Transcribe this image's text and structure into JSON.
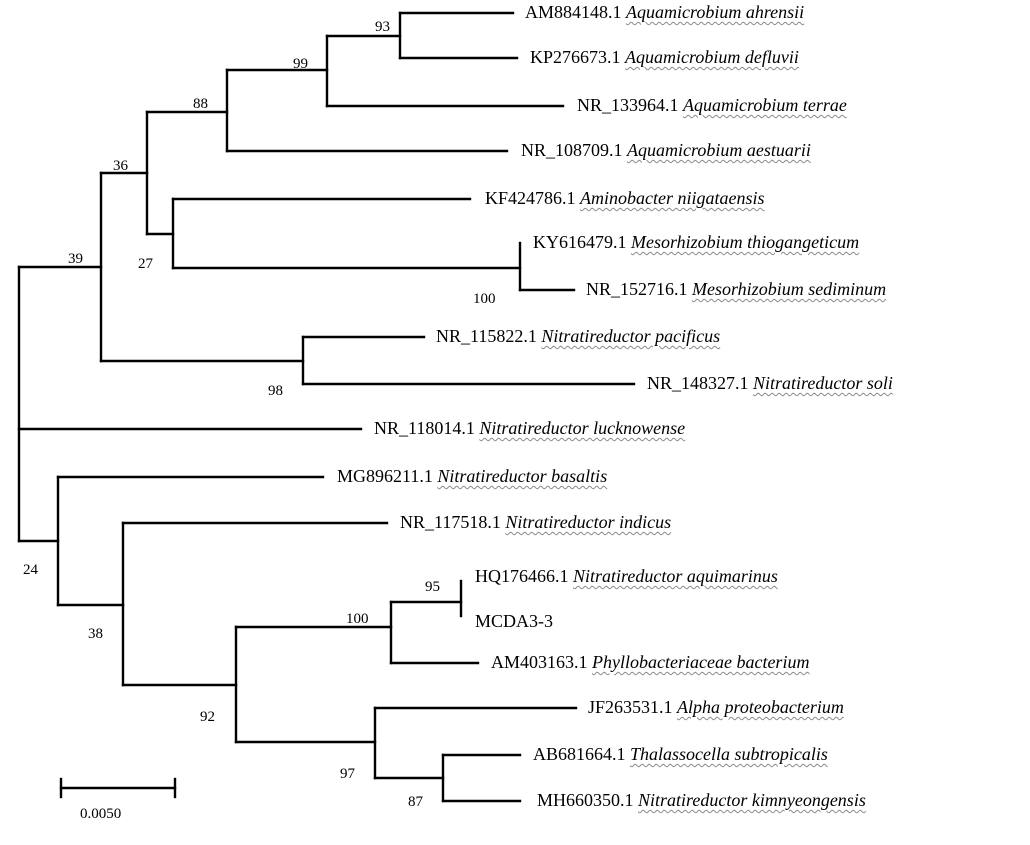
{
  "tree": {
    "leaves": [
      {
        "accession": "AM884148.1",
        "species": "Aquamicrobium ahrensii"
      },
      {
        "accession": "KP276673.1",
        "species": "Aquamicrobium defluvii"
      },
      {
        "accession": "NR_133964.1",
        "species": "Aquamicrobium terrae"
      },
      {
        "accession": "NR_108709.1",
        "species": "Aquamicrobium aestuarii"
      },
      {
        "accession": "KF424786.1",
        "species": "Aminobacter niigataensis"
      },
      {
        "accession": "KY616479.1",
        "species": "Mesorhizobium thiogangeticum"
      },
      {
        "accession": "NR_152716.1",
        "species": "Mesorhizobium sediminum"
      },
      {
        "accession": "NR_115822.1",
        "species": "Nitratireductor pacificus"
      },
      {
        "accession": "NR_148327.1",
        "species": "Nitratireductor soli"
      },
      {
        "accession": "NR_118014.1",
        "species": "Nitratireductor lucknowense"
      },
      {
        "accession": "MG896211.1",
        "species": "Nitratireductor basaltis"
      },
      {
        "accession": "NR_117518.1",
        "species": "Nitratireductor indicus"
      },
      {
        "accession": "HQ176466.1",
        "species": "Nitratireductor aquimarinus"
      },
      {
        "accession": "MCDA3-3",
        "species": ""
      },
      {
        "accession": "AM403163.1",
        "species": "Phyllobacteriaceae bacterium"
      },
      {
        "accession": "JF263531.1",
        "species": "Alpha proteobacterium"
      },
      {
        "accession": "AB681664.1",
        "species": "Thalassocella subtropicalis"
      },
      {
        "accession": "MH660350.1",
        "species": "Nitratireductor kimnyeongensis"
      }
    ],
    "bootstrap": [
      "93",
      "99",
      "88",
      "36",
      "27",
      "39",
      "100",
      "98",
      "24",
      "38",
      "100",
      "95",
      "92",
      "97",
      "87"
    ],
    "scale_bar": "0.0050"
  }
}
